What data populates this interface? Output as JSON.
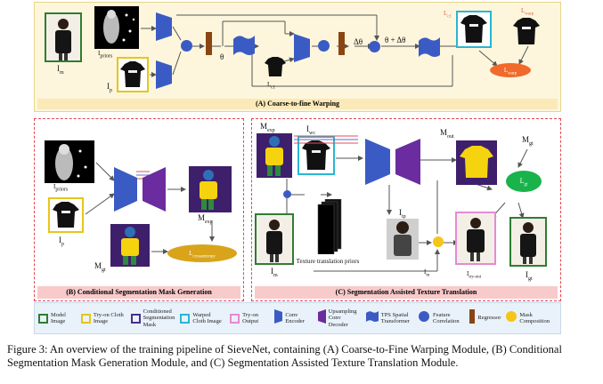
{
  "panels": {
    "a_title": "(A) Coarse-to-fine Warping",
    "b_title": "(B) Conditional Segmentation Mask Generation",
    "c_title": "(C) Segmentation Assisted Texture Translation"
  },
  "labels": {
    "i_m": "I",
    "i_m_sub": "m",
    "i_priors": "I",
    "i_priors_sub": "priors",
    "i_p": "I",
    "i_p_sub": "p",
    "theta": "θ",
    "delta_theta": "Δθ",
    "theta_plus": "θ + Δθ",
    "l_c1_top": "L",
    "l_c1_top_sub": "c1",
    "l_warp": "L",
    "l_warp_sub": "warp",
    "l_warp_loss": "L",
    "l_warp_loss_sub": "warp",
    "i_b_priors": "I",
    "i_b_priors_sub": "priors",
    "i_b_p": "I",
    "i_b_p_sub": "p",
    "m_exp_b": "M",
    "m_exp_b_sub": "exp",
    "m_gt_b": "M",
    "m_gt_b_sub": "gt",
    "l_seg_b": "L",
    "l_seg_b_sub": "crossentropy",
    "m_exp_c": "M",
    "m_exp_c_sub": "exp",
    "i_wc": "I",
    "i_wc_sub": "wc",
    "m_out": "M",
    "m_out_sub": "out",
    "m_gt_c": "M",
    "m_gt_c_sub": "gt",
    "l_c_gt": "L",
    "l_c_gt_sub": "gt",
    "i_tp": "I",
    "i_tp_sub": "tp",
    "i_m_c": "I",
    "i_m_c_sub": "m",
    "texture_priors": "Texture translation priors",
    "i_m_bottom": "I",
    "i_m_bottom_sub": "m",
    "i_try_out": "I",
    "i_try_out_sub": "try-out",
    "i_gt": "I",
    "i_gt_sub": "gt"
  },
  "legend": [
    {
      "label": "Model Image",
      "color": "#2e7d32",
      "kind": "box"
    },
    {
      "label": "Try-on Cloth Image",
      "color": "#e6c619",
      "kind": "box"
    },
    {
      "label": "Conditioned Segmentation Mask",
      "color": "#4a2f8c",
      "kind": "box"
    },
    {
      "label": "Warped Cloth Image",
      "color": "#29b6d6",
      "kind": "box"
    },
    {
      "label": "Try-on Output",
      "color": "#e58ad4",
      "kind": "box"
    },
    {
      "label": "Conv Encoder",
      "color": "#3b5bc4",
      "kind": "encoder"
    },
    {
      "label": "Upsampling Conv Decoder",
      "color": "#6a2c9e",
      "kind": "decoder"
    },
    {
      "label": "TPS Spatial Transformer",
      "color": "#3b5bc4",
      "kind": "tps"
    },
    {
      "label": "Feature Correlation",
      "color": "#3b5bc4",
      "kind": "circle"
    },
    {
      "label": "Regressor",
      "color": "#8a4513",
      "kind": "regressor"
    },
    {
      "label": "Mask Composition",
      "color": "#f5c518",
      "kind": "dot"
    }
  ],
  "caption": "Figure 3: An overview of the training pipeline of SieveNet, containing (A) Coarse-to-Fine Warping Module, (B) Conditional Segmentation Mask Generation Module, and (C) Segmentation Assisted Texture Translation Module."
}
